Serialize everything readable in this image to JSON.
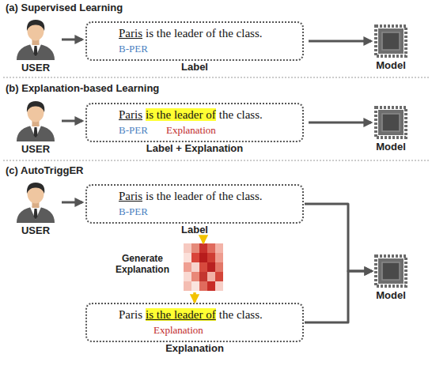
{
  "diagram": {
    "nodes": [
      {
        "text": [
          "USER"
        ]
      },
      {
        "text": [
          "Paris",
          "is the leader of the class.",
          "B-PER",
          "Label"
        ]
      },
      {
        "text": [
          "Model"
        ]
      },
      {
        "text": [
          "USER"
        ]
      },
      {
        "text": [
          "Paris",
          "is the leader of",
          "the class.",
          "B-PER",
          "Explanation",
          "Label + Explanation"
        ]
      },
      {
        "text": [
          "Model"
        ]
      },
      {
        "text": [
          "USER"
        ]
      },
      {
        "text": [
          "Paris",
          "is the leader of the class.",
          "B-PER",
          "Label"
        ]
      },
      {
        "text": [
          "Generate Explanation"
        ]
      },
      {
        "text": [
          "Paris",
          "is the leader of",
          "the class.",
          "Explanation",
          "Explanation"
        ]
      },
      {
        "text": [
          "Model"
        ]
      }
    ],
    "edges": [
      {
        "from": 0,
        "to": 1,
        "arrow": "to"
      },
      {
        "from": 1,
        "to": 2,
        "arrow": "to"
      },
      {
        "from": 3,
        "to": 4,
        "arrow": "to"
      },
      {
        "from": 4,
        "to": 5,
        "arrow": "to"
      },
      {
        "from": 6,
        "to": 7,
        "arrow": "to"
      },
      {
        "from": 7,
        "to": 8,
        "arrow": "to"
      },
      {
        "from": 8,
        "to": 9,
        "arrow": "to"
      },
      {
        "from": 7,
        "to": 10,
        "arrow": "to"
      },
      {
        "from": 9,
        "to": 10,
        "arrow": "to"
      }
    ],
    "labels": [
      "(a) Supervised Learning",
      "(b) Explanation-based Learning",
      "(c) AutoTriggER"
    ]
  }
}
